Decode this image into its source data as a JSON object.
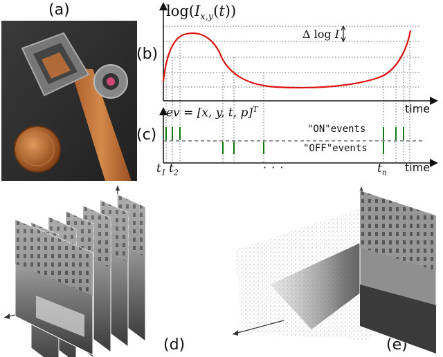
{
  "labels": {
    "a": "(a)",
    "b": "(b)",
    "c": "(c)",
    "d": "(d)",
    "e": "(e)"
  },
  "plot_b": {
    "y_title": "log(I_{x,y}(t))",
    "x_title": "time",
    "delta": "Δ log I"
  },
  "plot_c": {
    "formula": "ev = [x, y, t, p]^T",
    "on_label": "\"ON\"events",
    "off_label": "\"OFF\"events",
    "x_title": "time",
    "t1": "t1",
    "t2": "t2",
    "tn": "tn",
    "dots": "· · ·"
  },
  "colors": {
    "curve": "#dd1111",
    "event": "#117711",
    "grid": "#666666"
  },
  "chart_data": {
    "type": "line",
    "title": "",
    "xlabel": "time",
    "ylabel": "log(I_{x,y}(t))",
    "on_event_times": [
      0.02,
      0.045,
      0.09,
      0.895,
      0.935,
      0.965
    ],
    "off_event_times": [
      0.315,
      0.375,
      0.51,
      0.85
    ]
  }
}
